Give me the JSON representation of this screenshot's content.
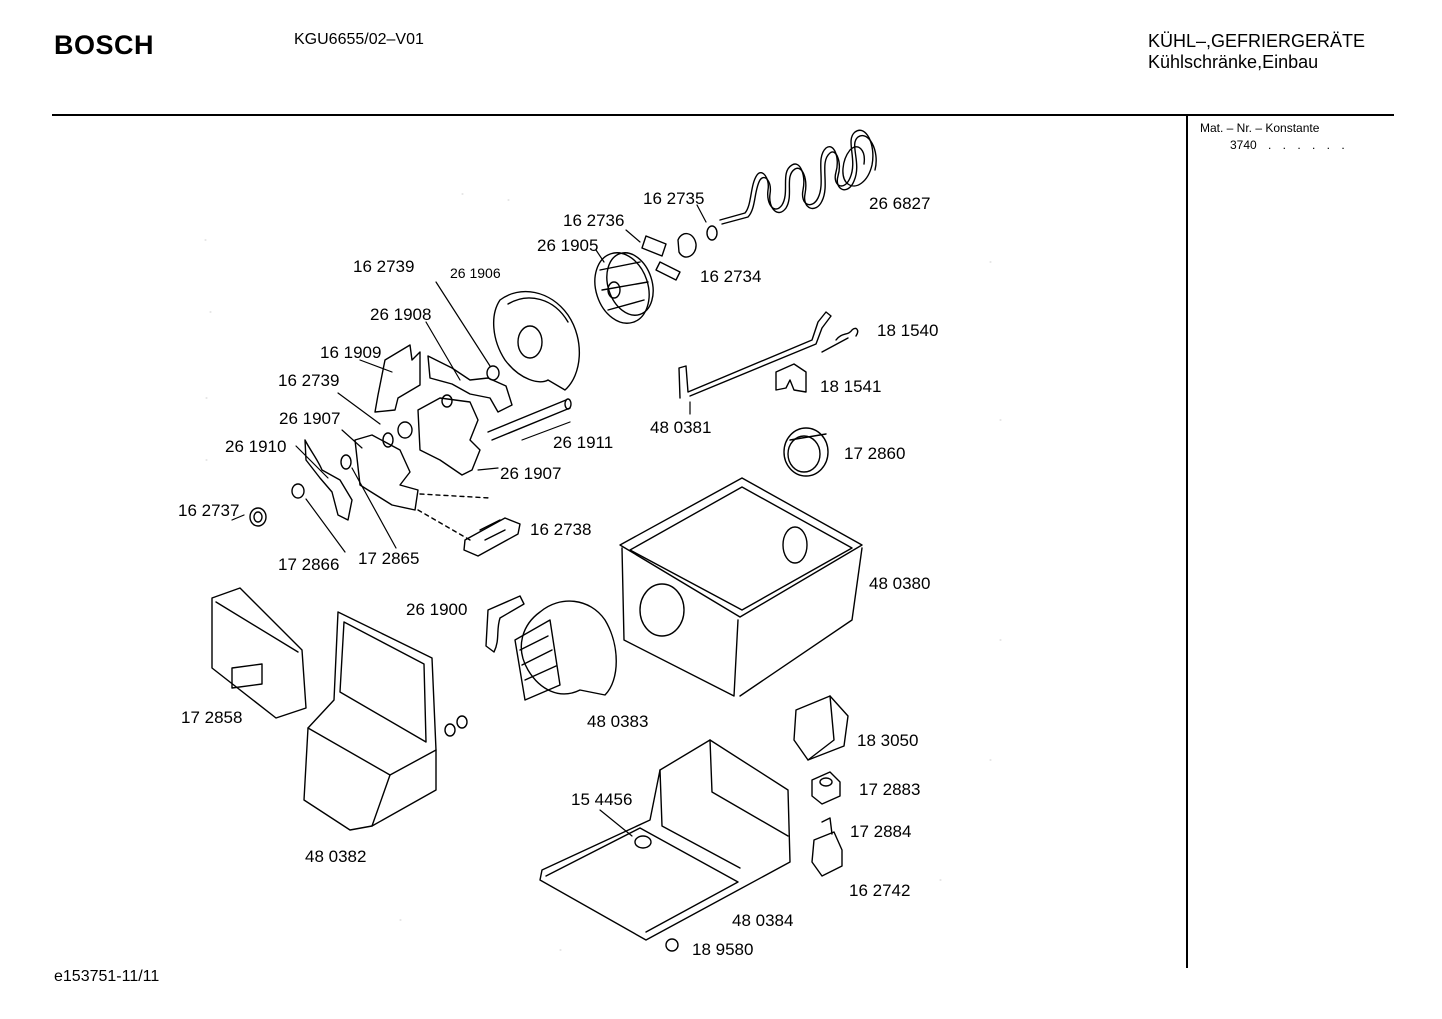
{
  "header": {
    "brand": "BOSCH",
    "model": "KGU6655/02–V01",
    "category_line1": "KÜHL–,GEFRIERGERÄTE",
    "category_line2": "Kühlschränke,Einbau"
  },
  "sidebar": {
    "mat_label": "Mat. – Nr. – Konstante",
    "mat_value": "3740",
    "mat_dots": ". . . . . ."
  },
  "footer": {
    "doc_id": "e153751-11/11"
  },
  "parts": [
    {
      "number": "26 6827"
    },
    {
      "number": "16 2735"
    },
    {
      "number": "16 2736"
    },
    {
      "number": "26 1905"
    },
    {
      "number": "16 2734"
    },
    {
      "number": "16 2739"
    },
    {
      "number": "26 1906"
    },
    {
      "number": "26 1908"
    },
    {
      "number": "16 1909"
    },
    {
      "number": "16 2739"
    },
    {
      "number": "26 1907"
    },
    {
      "number": "26 1910"
    },
    {
      "number": "26 1911"
    },
    {
      "number": "26 1907"
    },
    {
      "number": "16 2737"
    },
    {
      "number": "17 2866"
    },
    {
      "number": "17 2865"
    },
    {
      "number": "16 2738"
    },
    {
      "number": "18 1540"
    },
    {
      "number": "18 1541"
    },
    {
      "number": "48 0381"
    },
    {
      "number": "17 2860"
    },
    {
      "number": "48 0380"
    },
    {
      "number": "26 1900"
    },
    {
      "number": "48 0383"
    },
    {
      "number": "17 2858"
    },
    {
      "number": "48 0382"
    },
    {
      "number": "18 3050"
    },
    {
      "number": "17 2883"
    },
    {
      "number": "15 4456"
    },
    {
      "number": "17 2884"
    },
    {
      "number": "16 2742"
    },
    {
      "number": "48 0384"
    },
    {
      "number": "18 9580"
    }
  ]
}
